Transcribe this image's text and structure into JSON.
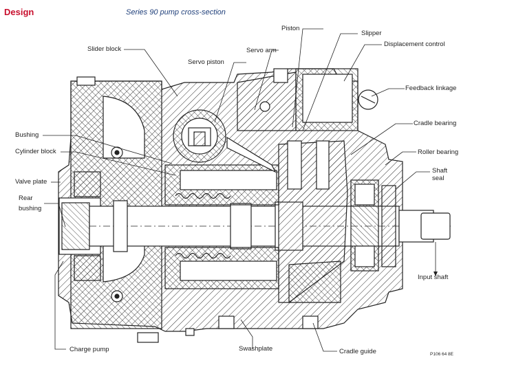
{
  "header": {
    "section_title": "Design",
    "figure_title": "Series 90 pump cross-section"
  },
  "labels": {
    "slider_block": "Slider block",
    "servo_piston": "Servo piston",
    "servo_arm": "Servo arm",
    "piston": "Piston",
    "slipper": "Slipper",
    "displacement_control": "Displacement control",
    "feedback_linkage": "Feedback linkage",
    "cradle_bearing": "Cradle bearing",
    "roller_bearing": "Roller bearing",
    "shaft_seal_1": "Shaft",
    "shaft_seal_2": "seal",
    "input_shaft": "Input shaft",
    "bushing": "Bushing",
    "cylinder_block": "Cylinder block",
    "valve_plate": "Valve plate",
    "rear_bushing_1": "Rear",
    "rear_bushing_2": "bushing",
    "charge_pump": "Charge pump",
    "swashplate": "Swashplate",
    "cradle_guide": "Cradle guide"
  },
  "drawing_code": "P106 64 8E",
  "colors": {
    "title_red": "#c8102e",
    "subtitle_blue": "#1f3f7a",
    "ink": "#222222"
  }
}
